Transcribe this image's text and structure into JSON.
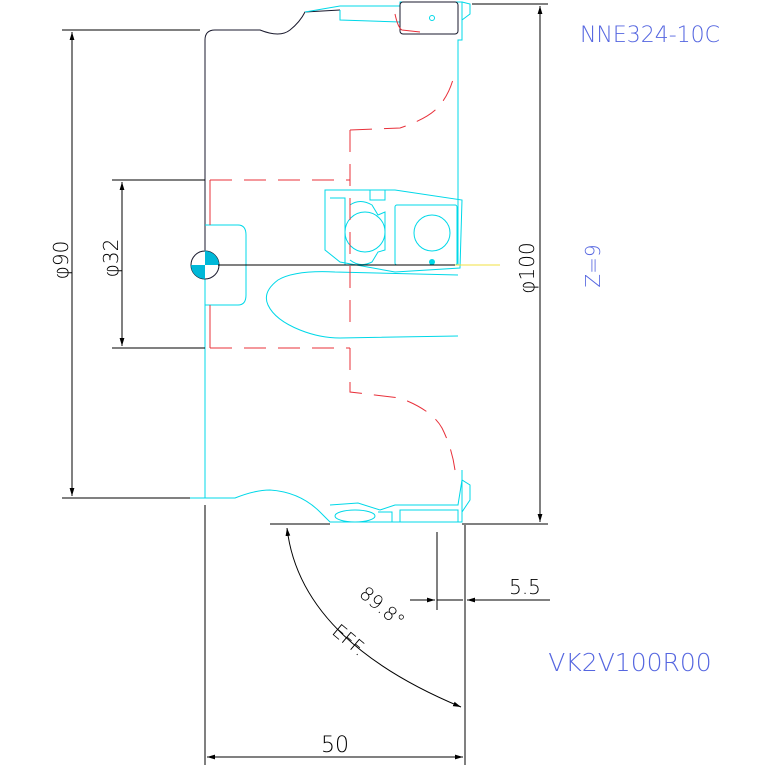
{
  "drawing": {
    "insert_code": "NNE324-10C",
    "tool_code": "VK2V100R00",
    "teeth": "Z=9",
    "dims": {
      "d90": "φ90",
      "d32": "φ32",
      "d100": "φ100",
      "h50": "50",
      "w55": "5.5",
      "angle": "89.8°",
      "eff": "EFF."
    }
  },
  "colors": {
    "outline_cyan": "#00d8e8",
    "hidden_red": "#e8303a",
    "label_blue": "#5566e0",
    "dimension_black": "#000000"
  }
}
